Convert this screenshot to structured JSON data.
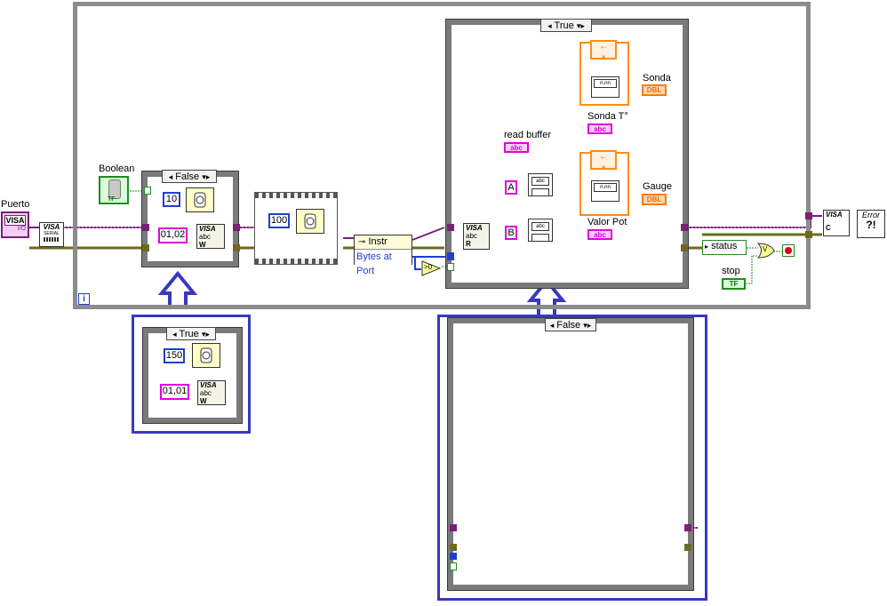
{
  "controls": {
    "puerto_label": "Puerto",
    "puerto_visa": "VISA",
    "puerto_io": "I/O",
    "boolean_label": "Boolean",
    "boolean_tf": "TF",
    "stop_label": "stop",
    "stop_tf": "TF"
  },
  "nodes": {
    "visa_serial_top": "VISA",
    "visa_serial_bottom": "SERIAL",
    "bytes_prop_class": "Instr",
    "bytes_prop_item": "Bytes at Port",
    "compare_gt0": ">0",
    "visa_close": "VISA",
    "visa_close_c": "C",
    "error_text": "Error",
    "status_unbundle": "status",
    "or_gate": "V",
    "loop_iteration": "i",
    "visa_write": "VISA",
    "visa_write_abc": "abc",
    "visa_write_w": "W",
    "visa_read": "VISA",
    "visa_read_abc": "abc",
    "visa_read_r": "R",
    "match_a": "A",
    "match_b": "B"
  },
  "case_false_small": {
    "selector": "False",
    "wait_ms": "10",
    "write_string": "01,02"
  },
  "sequence": {
    "wait_ms": "100"
  },
  "case_true_main": {
    "selector": "True",
    "read_buffer_label": "read buffer",
    "sonda_label": "Sonda",
    "sonda_t_label": "Sonda T°",
    "gauge_label": "Gauge",
    "valor_pot_label": "Valor Pot",
    "dbl_tag": "DBL",
    "abc_tag": "abc"
  },
  "callout_true_small": {
    "selector": "True",
    "wait_ms": "150",
    "write_string": "01,01"
  },
  "callout_false_large": {
    "selector": "False"
  },
  "colors": {
    "error_wire": "#6b6b1e",
    "visa_wire": "#7a1f7a",
    "string_wire": "#e000e0",
    "number_wire": "#1f3fd1",
    "orange_wire": "#ff8c1a",
    "callout_blue": "#3838c2"
  }
}
